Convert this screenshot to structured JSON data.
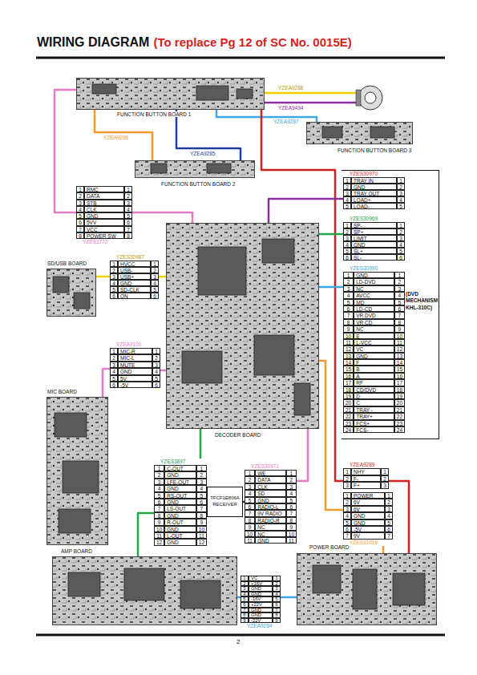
{
  "diagram": {
    "title": "WIRING DIAGRAM",
    "nodes": [
      {
        "text": [
          "FUNCTION BUTTON BOARD 1"
        ]
      },
      {
        "text": [
          "FUNCTION BUTTON BOARD 3"
        ]
      },
      {
        "text": [
          "FUNCTION BUTTON BOARD 2"
        ]
      },
      {
        "text": [
          "(DVD MECHANISM KHL-310C)"
        ]
      },
      {
        "text": [
          "YZES30970",
          "1",
          "TRAY IN",
          "1",
          "2",
          "GND",
          "2",
          "3",
          "TRAY OUT",
          "3",
          "4",
          "LOAD+",
          "4",
          "5",
          "LOAD-",
          "5"
        ],
        "in": 3
      },
      {
        "text": [
          "YZES3772",
          "1",
          "RMC",
          "1",
          "2",
          "DATA",
          "2",
          "3",
          "STB",
          "3",
          "4",
          "CLK",
          "4",
          "5",
          "GND",
          "5",
          "6",
          "5VV",
          "6",
          "7",
          "VCC",
          "7",
          "8",
          "POWER SW",
          "8"
        ]
      },
      {
        "text": [
          "YZES30969",
          "1",
          "SP-",
          "1",
          "2",
          "SP+",
          "2",
          "3",
          "LIMIT",
          "3",
          "4",
          "GND",
          "4",
          "5",
          "SL+",
          "5",
          "6",
          "SL-",
          "6"
        ],
        "in": 3
      },
      {
        "text": [
          "DECODER BOARD"
        ]
      },
      {
        "text": [
          "SD/USB BOARD"
        ]
      },
      {
        "text": [
          "YZES30987",
          "1",
          "HVCC",
          "1",
          "2",
          "USB-",
          "2",
          "3",
          "USB+",
          "3",
          "4",
          "GND",
          "4",
          "5",
          "SD-CLK",
          "5",
          "6",
          "ON",
          "6"
        ]
      },
      {
        "text": [
          "YZES30990",
          "1",
          "GND",
          "1",
          "2",
          "LD-DVD",
          "2",
          "3",
          "NC",
          "3",
          "4",
          "AVCC",
          "4",
          "5",
          "MD",
          "5",
          "6",
          "LD-CD",
          "6",
          "7",
          "VR DVD",
          "7",
          "8",
          "VR CD",
          "8",
          "9",
          "NC",
          "9",
          "10",
          "E",
          "10",
          "11",
          "L-VCC",
          "11",
          "12",
          "VC",
          "12",
          "13",
          "GND",
          "13",
          "14",
          "F",
          "14",
          "15",
          "B",
          "15",
          "16",
          "A",
          "16",
          "17",
          "RF",
          "17",
          "18",
          "CD/DVD",
          "18",
          "19",
          "D",
          "19",
          "20",
          "C",
          "20",
          "21",
          "TRAY -",
          "21",
          "22",
          "TRAY+",
          "22",
          "23",
          "FCS+",
          "23",
          "24",
          "FCS-",
          "24"
        ],
        "in": 3
      },
      {
        "text": [
          "YZEA9100",
          "1",
          "MIC-R",
          "1",
          "2",
          "MIC-L",
          "2",
          "3",
          "MUTE",
          "3",
          "4",
          "GND",
          "4",
          "5",
          "5V",
          "5",
          "6",
          "-5V",
          "6"
        ]
      },
      {
        "text": [
          "MIC BOARD"
        ]
      },
      {
        "text": [
          "YZES3897",
          "1",
          "C-OUT",
          "1",
          "2",
          "GND",
          "2",
          "3",
          "LFE-OUT",
          "3",
          "4",
          "GND",
          "4",
          "5",
          "RS-OUT",
          "5",
          "6",
          "GND",
          "6",
          "7",
          "LS-OUT",
          "7",
          "8",
          "GND",
          "8",
          "9",
          "R-OUT",
          "9",
          "10",
          "GND",
          "10",
          "11",
          "L-OUT",
          "11",
          "12",
          "GND",
          "12"
        ]
      },
      {
        "text": [
          "YZES30971",
          "1",
          "WE",
          "1",
          "2",
          "DATA",
          "2",
          "3",
          "CLK",
          "3",
          "4",
          "SD",
          "4",
          "5",
          "GND",
          "5",
          "6",
          "RADIO-L",
          "6",
          "7",
          "9V RADIO",
          "7",
          "8",
          "RADIO-R",
          "8",
          "9",
          "NC",
          "9",
          "10",
          "NC",
          "10",
          "11",
          "GND",
          "11"
        ]
      },
      {
        "text": [
          "TFCF1E806A RECEIVER"
        ]
      },
      {
        "text": [
          "YZEA9289",
          "1",
          "NHY",
          "1",
          "2",
          "F-",
          "2",
          "3",
          "F+",
          "3"
        ]
      },
      {
        "text": [
          "YZES31016",
          "1",
          "POWER",
          "1",
          "2",
          "6V",
          "2",
          "3",
          "6V",
          "3",
          "4",
          "GND",
          "4",
          "5",
          "GND",
          "5",
          "6",
          "-5V",
          "6",
          "7",
          "9V",
          "7"
        ]
      },
      {
        "text": [
          "AMP BOARD"
        ]
      },
      {
        "text": [
          "YZEA9284",
          "1",
          "VC",
          "1",
          "2",
          "+16V",
          "2",
          "3",
          "GND",
          "3",
          "4",
          "GND",
          "4",
          "5",
          "-16V",
          "5",
          "6",
          "+22V",
          "6",
          "7",
          "GND",
          "7",
          "8",
          "GND",
          "8",
          "9",
          "-22V",
          "9"
        ]
      },
      {
        "text": [
          "POWER BOARD"
        ]
      }
    ],
    "edges": [
      {
        "from": 0,
        "to": 1,
        "label": "YZEA9287",
        "arrow": "none"
      },
      {
        "from": 0,
        "to": 2,
        "label": "YZEA9286",
        "arrow": "none"
      },
      {
        "from": 0,
        "to": 2,
        "label": "YZEA9285",
        "arrow": "none"
      },
      {
        "from": 0,
        "to": 5,
        "arrow": "none"
      },
      {
        "from": 5,
        "to": 7,
        "arrow": "none"
      },
      {
        "from": 0,
        "to": 16,
        "arrow": "none"
      },
      {
        "from": 16,
        "to": 20,
        "arrow": "none"
      },
      {
        "from": 7,
        "to": 4,
        "arrow": "none"
      },
      {
        "from": 7,
        "to": 6,
        "arrow": "none"
      },
      {
        "from": 7,
        "to": 10,
        "arrow": "none"
      },
      {
        "from": 8,
        "to": 9,
        "arrow": "none"
      },
      {
        "from": 9,
        "to": 7,
        "arrow": "none"
      },
      {
        "from": 12,
        "to": 11,
        "arrow": "none"
      },
      {
        "from": 11,
        "to": 7,
        "arrow": "none"
      },
      {
        "from": 7,
        "to": 13,
        "arrow": "none"
      },
      {
        "from": 13,
        "to": 18,
        "arrow": "none"
      },
      {
        "from": 7,
        "to": 14,
        "arrow": "none"
      },
      {
        "from": 15,
        "to": 14,
        "arrow": "none"
      },
      {
        "from": 7,
        "to": 17,
        "arrow": "none"
      },
      {
        "from": 17,
        "to": 20,
        "arrow": "none"
      },
      {
        "from": 18,
        "to": 19,
        "arrow": "none"
      },
      {
        "from": 19,
        "to": 20,
        "arrow": "none"
      }
    ],
    "labels": [
      "(To replace Pg 12 of SC No. 0015E)",
      "YZEA9288",
      "YZEA9494",
      "2"
    ]
  }
}
